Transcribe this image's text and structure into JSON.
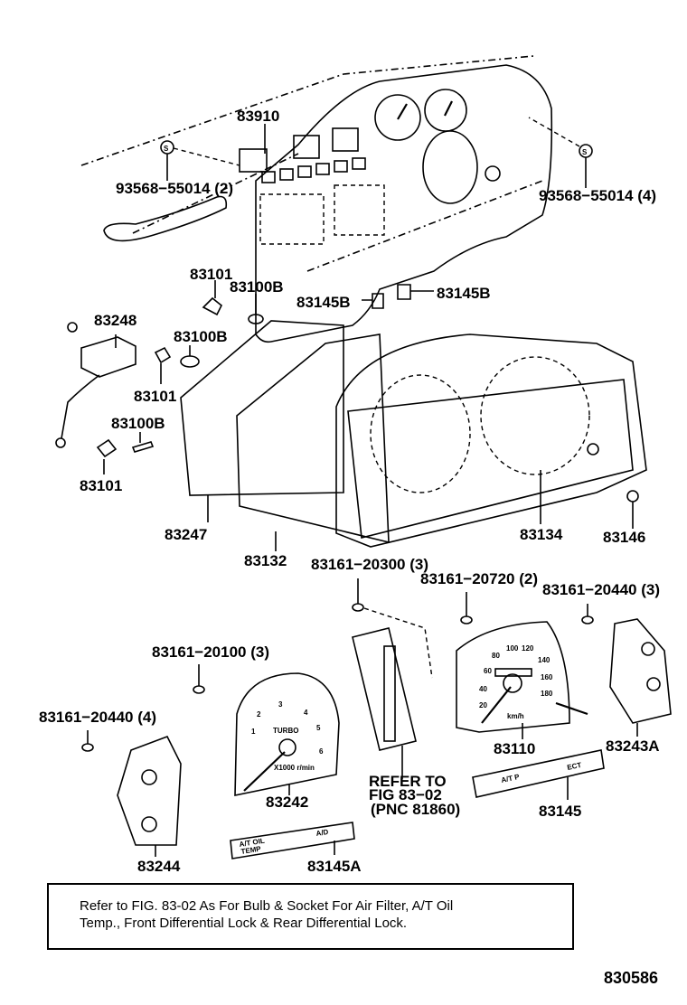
{
  "labels": {
    "p83910": "83910",
    "p93568_2": "93568−55014 (2)",
    "p93568_4": "93568−55014 (4)",
    "s_mark": "S",
    "p83101_a": "83101",
    "p83100B_a": "83100B",
    "p83145B_l": "83145B",
    "p83145B_r": "83145B",
    "p83248": "83248",
    "p83100B_b": "83100B",
    "p83101_b": "83101",
    "p83100B_c": "83100B",
    "p83101_c": "83101",
    "p83247": "83247",
    "p83132": "83132",
    "p83134": "83134",
    "p83146": "83146",
    "p83161_20300": "83161−20300 (3)",
    "p83161_20720": "83161−20720 (2)",
    "p83161_20440_3": "83161−20440 (3)",
    "p83161_20100": "83161−20100 (3)",
    "p83161_20440_4": "83161−20440 (4)",
    "p83110": "83110",
    "p83243A": "83243A",
    "p83242": "83242",
    "p83145": "83145",
    "p83244": "83244",
    "p83145A": "83145A",
    "refer_1": "REFER TO",
    "refer_2": "FIG 83−02",
    "refer_3": "(PNC 81860)"
  },
  "tachometer": {
    "ticks": [
      "1",
      "2",
      "3",
      "4",
      "5",
      "6"
    ],
    "turbo": "TURBO",
    "unit": "X1000 r/min"
  },
  "speedometer": {
    "ticks": [
      "20",
      "40",
      "60",
      "80",
      "100",
      "120",
      "140",
      "160",
      "180"
    ],
    "unit": "km/h"
  },
  "strip_83145": [
    "A/T P",
    "ECT"
  ],
  "strip_83145A": [
    "A/T OIL",
    "TEMP",
    "A/D"
  ],
  "note": {
    "line1": "Refer to FIG. 83-02 As For Bulb & Socket For Air Filter, A/T Oil",
    "line2": "Temp., Front Differential Lock & Rear Differential Lock."
  },
  "illustration_code": "830586"
}
